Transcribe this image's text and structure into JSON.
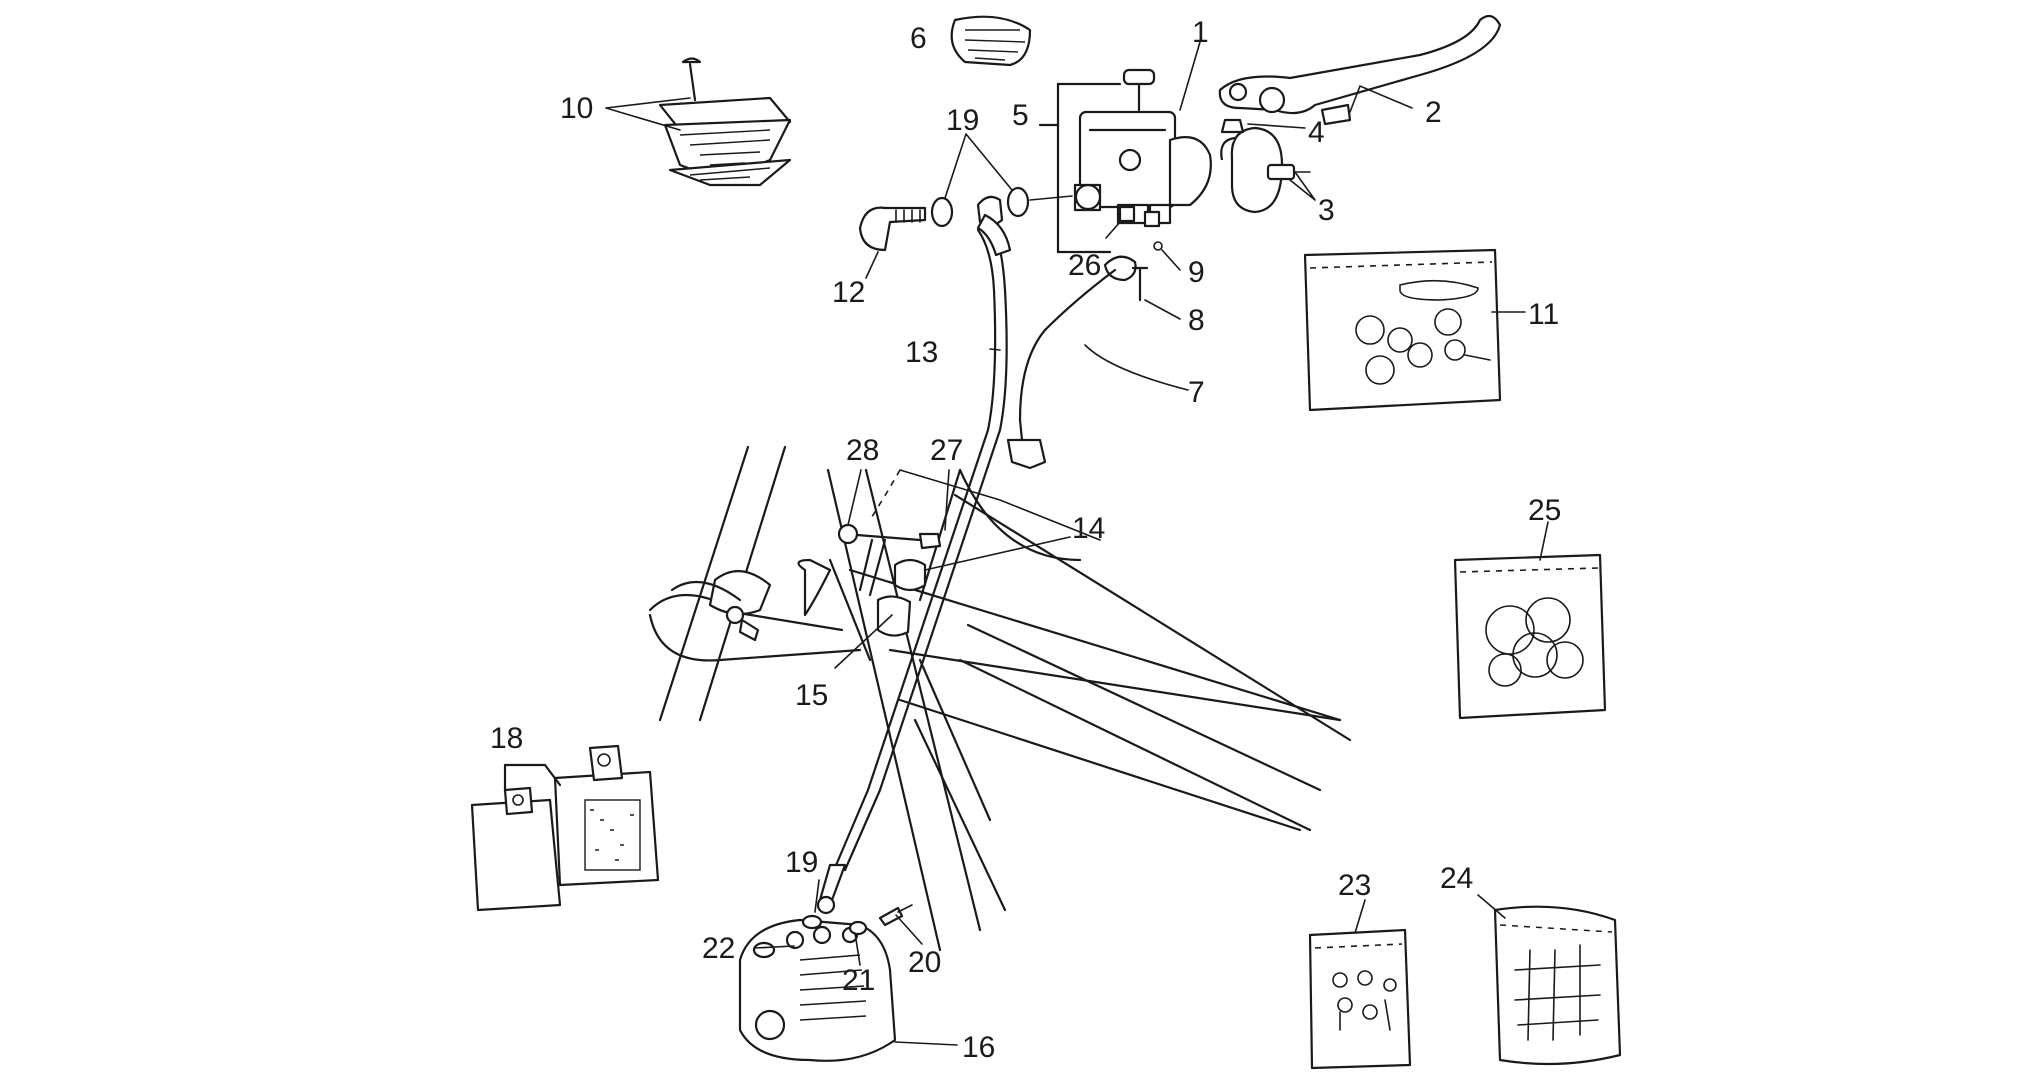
{
  "diagram": {
    "labels": [
      "1",
      "2",
      "3",
      "4",
      "5",
      "6",
      "7",
      "8",
      "9",
      "10",
      "11",
      "12",
      "13",
      "14",
      "15",
      "16",
      "18",
      "19",
      "19",
      "20",
      "21",
      "22",
      "23",
      "24",
      "25",
      "26",
      "27",
      "28"
    ]
  },
  "colors": {
    "ink": "#1a1a1a",
    "paper": "#ffffff"
  }
}
